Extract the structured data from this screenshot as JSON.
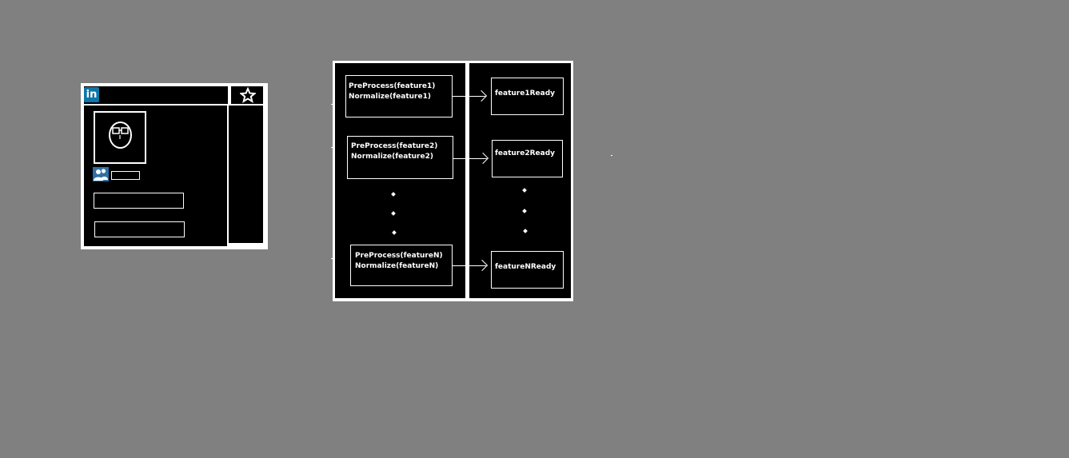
{
  "profile_mockup": {
    "logo_text": "in",
    "star_icon": "star-icon",
    "user_icon": "user-group-icon",
    "face_icon": "face-with-glasses-icon"
  },
  "pipeline": {
    "steps": [
      {
        "line1": "PreProcess(feature1)",
        "line2": "Normalize(feature1)",
        "ready": "feature1Ready"
      },
      {
        "line1": "PreProcess(feature2)",
        "line2": "Normalize(feature2)",
        "ready": "feature2Ready"
      },
      {
        "line1": "PreProcess(featureN)",
        "line2": "Normalize(featureN)",
        "ready": "featureNReady"
      }
    ]
  }
}
